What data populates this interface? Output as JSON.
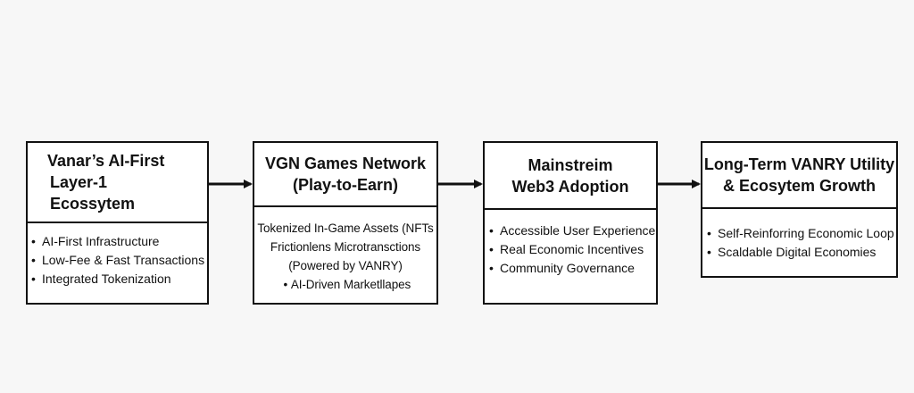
{
  "colors": {
    "background": "#f7f7f7",
    "box_fill": "#ffffff",
    "stroke": "#111111"
  },
  "stages": [
    {
      "title_lines": [
        "Vanar’s AI-First",
        "Layer-1",
        "Ecossytem"
      ],
      "items": [
        "AI-First Infrastructure",
        "Low-Fee & Fast Transactions",
        "Integrated Tokenization"
      ]
    },
    {
      "title_lines": [
        "VGN Games Network",
        "(Play-to-Earn)"
      ],
      "items": [
        "Tokenized In-Game Assets (NFTs",
        "Frictionlens Microtransctions",
        "(Powered by VANRY)",
        "AI-Driven Marketllapes"
      ]
    },
    {
      "title_lines": [
        "Mainstreim",
        "Web3 Adoption"
      ],
      "items": [
        "Accessible User Experience",
        "Real Economic Incentives",
        "Community Governance"
      ]
    },
    {
      "title_lines": [
        "Long-Term VANRY Utility",
        "& Ecosytem Growth"
      ],
      "items": [
        "Self-Reinforring Economic Loop",
        "Scaldable Digital Economies"
      ]
    }
  ]
}
